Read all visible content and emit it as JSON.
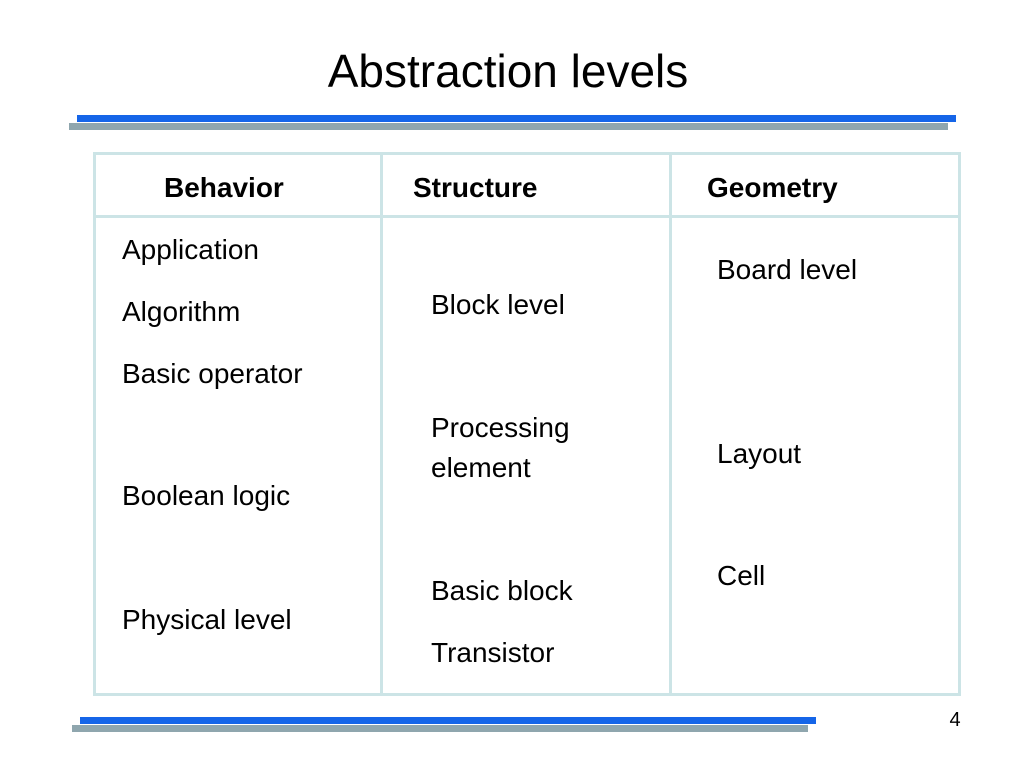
{
  "slide": {
    "title": "Abstraction levels",
    "page_number": "4"
  },
  "table": {
    "columns": {
      "behavior": "Behavior",
      "structure": "Structure",
      "geometry": "Geometry"
    },
    "behavior_items": [
      "Application",
      "Algorithm",
      "Basic operator",
      "Boolean logic",
      "Physical level"
    ],
    "structure_items": [
      "Block level",
      "Processing",
      "element",
      "Basic block",
      "Transistor"
    ],
    "geometry_items": [
      "Board level",
      "Layout",
      "Cell"
    ]
  },
  "colors": {
    "accent_blue": "#1565e8",
    "accent_gray": "#8fa6ae",
    "table_border": "#cce4e6"
  }
}
